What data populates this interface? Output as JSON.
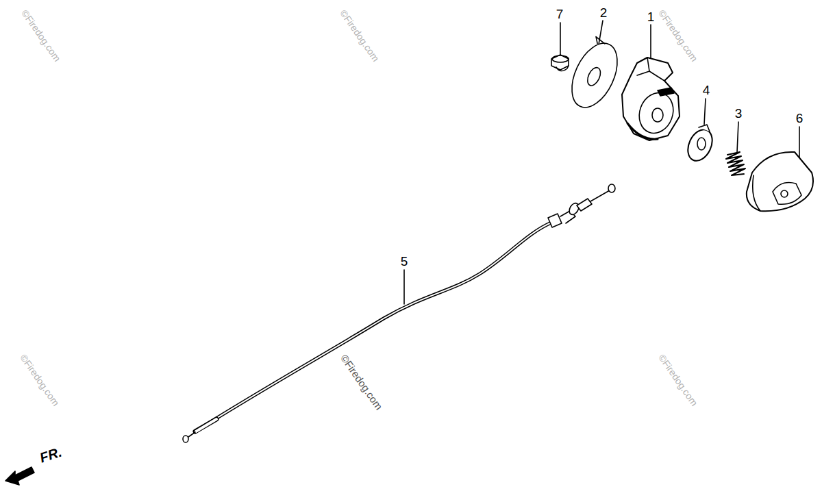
{
  "diagram": {
    "labels": [
      "7",
      "2",
      "1",
      "4",
      "3",
      "6",
      "5",
      "FR.",
      "©Firedog.com",
      "©Firedog.com",
      "©Firedog.com",
      "©Firedog.com",
      "©Firedog.com",
      "©Firedog.com"
    ]
  }
}
